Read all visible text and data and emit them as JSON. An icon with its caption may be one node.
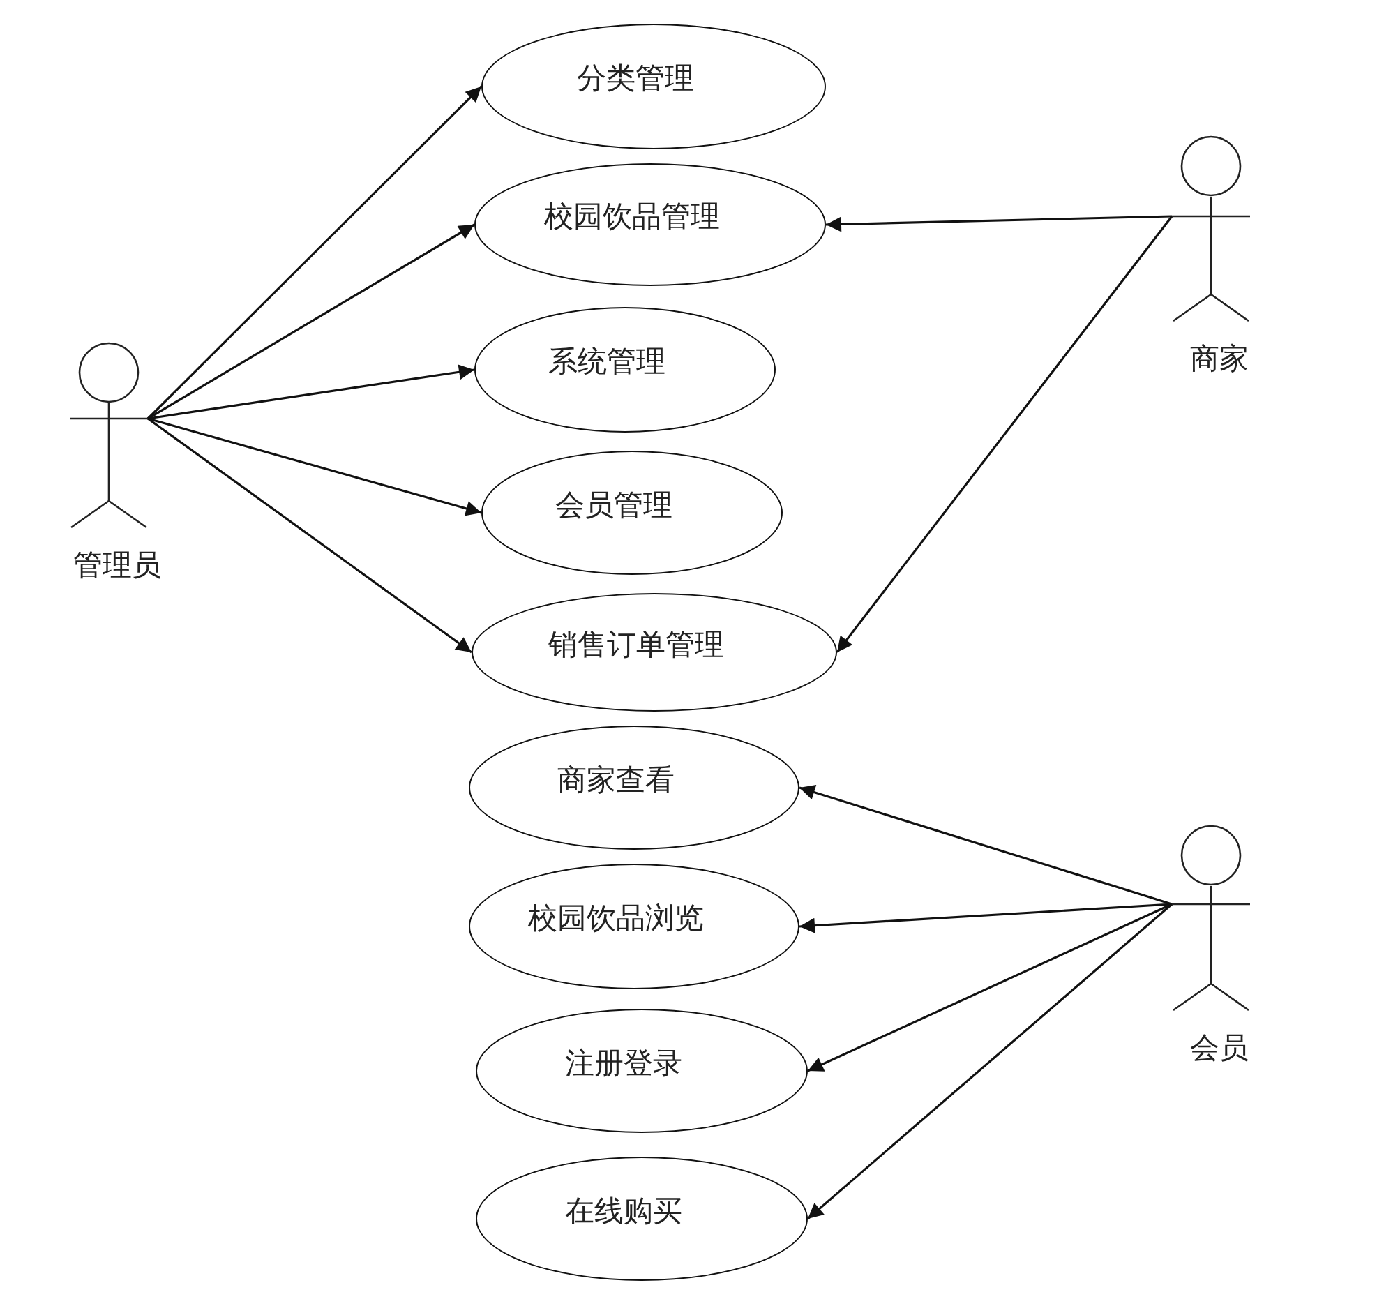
{
  "diagram": {
    "nodes": [
      {
        "text": [],
        "shape": "person",
        "beside": [
          "管理员"
        ]
      },
      {
        "text": [
          "分类管理"
        ]
      },
      {
        "text": [
          "校园饮品管理"
        ]
      },
      {
        "text": [
          "系统管理"
        ]
      },
      {
        "text": [
          "会员管理"
        ]
      },
      {
        "text": [
          "销售订单管理"
        ]
      },
      {
        "text": [],
        "shape": "person",
        "beside": [
          "商家"
        ]
      },
      {
        "text": [
          "商家查看"
        ]
      },
      {
        "text": [
          "校园饮品浏览"
        ]
      },
      {
        "text": [
          "注册登录"
        ]
      },
      {
        "text": [
          "在线购买"
        ]
      },
      {
        "text": [],
        "shape": "person",
        "beside": [
          "会员"
        ]
      }
    ],
    "edges": [
      {
        "from": 0,
        "to": 1,
        "arrow": "to"
      },
      {
        "from": 0,
        "to": 2,
        "arrow": "to"
      },
      {
        "from": 0,
        "to": 3,
        "arrow": "to"
      },
      {
        "from": 0,
        "to": 4,
        "arrow": "to"
      },
      {
        "from": 0,
        "to": 5,
        "arrow": "to"
      },
      {
        "from": 6,
        "to": 2,
        "arrow": "to"
      },
      {
        "from": 6,
        "to": 5,
        "arrow": "to"
      },
      {
        "from": 11,
        "to": 7,
        "arrow": "to"
      },
      {
        "from": 11,
        "to": 8,
        "arrow": "to"
      },
      {
        "from": 11,
        "to": 9,
        "arrow": "to"
      },
      {
        "from": 11,
        "to": 10,
        "arrow": "to"
      }
    ]
  }
}
